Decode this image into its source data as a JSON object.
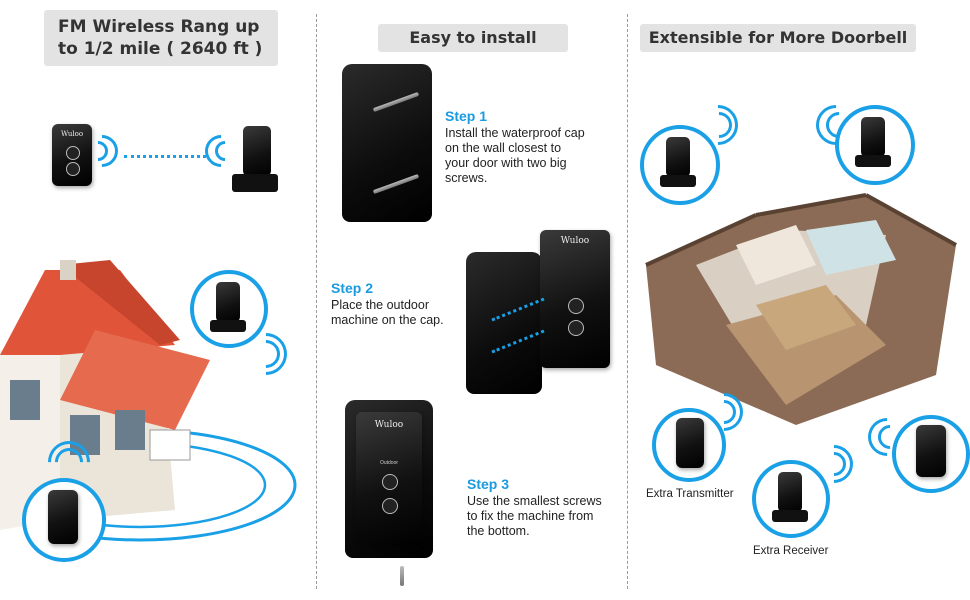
{
  "panel1": {
    "title_line1": "FM Wireless Rang up",
    "title_line2": "to 1/2 mile ( 2640 ft )"
  },
  "panel2": {
    "title": "Easy to install",
    "steps": [
      {
        "title": "Step 1",
        "text": [
          "Install the waterproof cap",
          "on the wall closest to",
          "your door with two big",
          "screws."
        ]
      },
      {
        "title": "Step 2",
        "text": [
          "Place the outdoor",
          "machine on the cap."
        ]
      },
      {
        "title": "Step 3",
        "text": [
          "Use the smallest screws",
          "to fix the machine from",
          "the bottom."
        ]
      }
    ]
  },
  "panel3": {
    "title": "Extensible for More Doorbell",
    "captions": {
      "extra_transmitter": "Extra Transmitter",
      "extra_receiver": "Extra Receiver"
    }
  },
  "device_brand": "Wuloo",
  "device_button_label": "Outdoor",
  "colors": {
    "accent": "#1aa0e6",
    "header_bg": "#e3e3e3",
    "roof": "#e0553a"
  }
}
